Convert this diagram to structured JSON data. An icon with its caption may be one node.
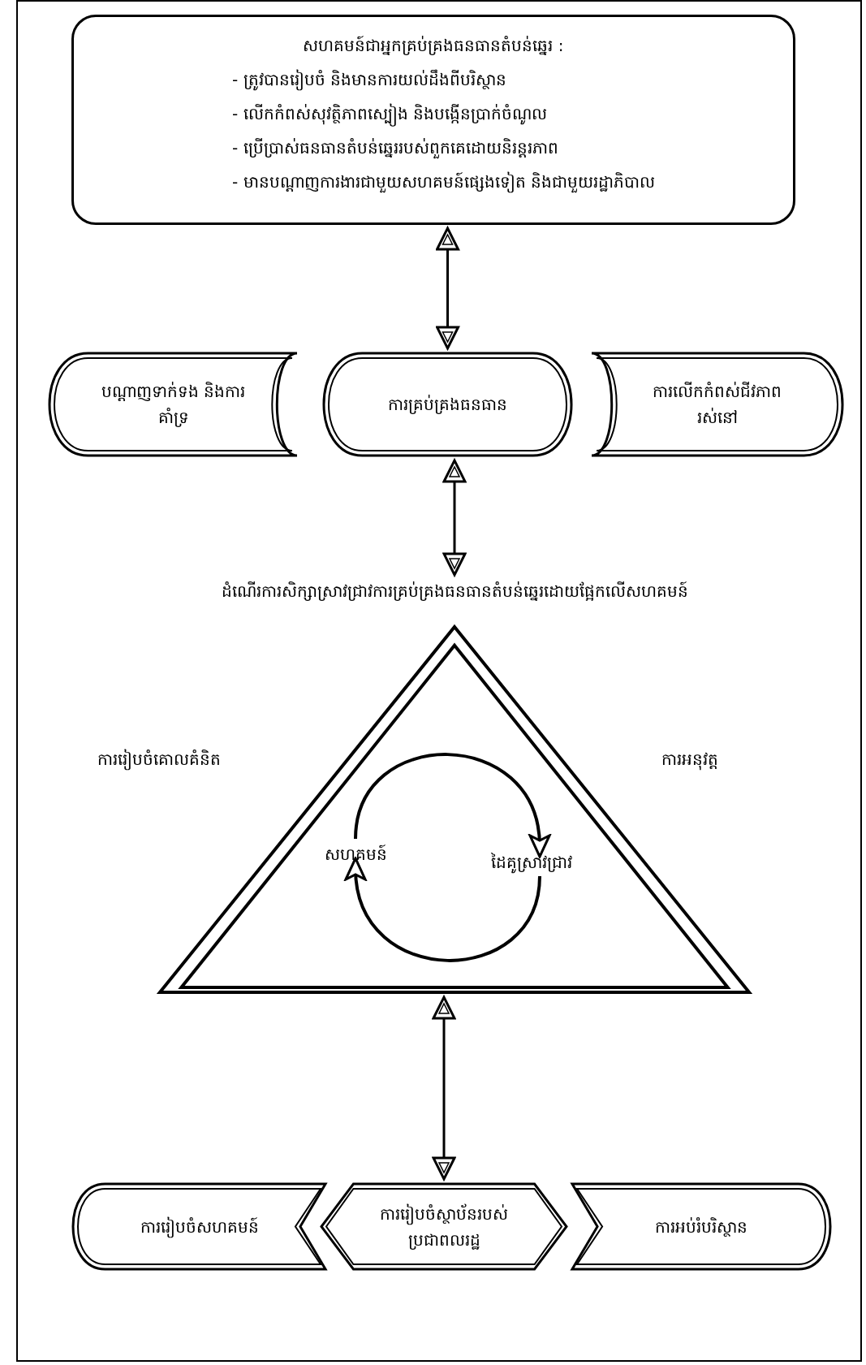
{
  "diagram": {
    "nodes": [
      {
        "text": [
          "សហគមន៍ជាអ្នកគ្រប់គ្រងធនធានតំបន់ឆ្នេរ :",
          "- ត្រូវបានរៀបចំ និងមានការយល់ដឹងពីបរិស្ថាន",
          "- លើកកំពស់សុវត្ថិភាពស្បៀង និងបង្កើនប្រាក់ចំណូល",
          "- ប្រើប្រាស់ធនធានតំបន់ឆ្នេររបស់ពួកគេដោយនិរន្តរភាព",
          "- មានបណ្តាញការងារជាមួយសហគមន៍ផ្សេងទៀត និងជាមួយរដ្ឋាភិបាល"
        ]
      },
      {
        "text": [
          "បណ្តាញទាក់ទង និងការគាំទ្រ"
        ]
      },
      {
        "text": [
          "ការគ្រប់គ្រងធនធាន"
        ]
      },
      {
        "text": [
          "ការលើកកំពស់ជីវភាពរស់នៅ"
        ]
      },
      {
        "text": [
          "ដំណើរការសិក្សាស្រាវជ្រាវការគ្រប់គ្រងធនធានតំបន់ឆ្នេរដោយផ្អែកលើសហគមន៍"
        ],
        "beside": [
          "ការរៀបចំគោលគំនិត",
          "ការអនុវត្ត"
        ]
      },
      {
        "text": [
          "សហគមន៍"
        ],
        "in": 4
      },
      {
        "text": [
          "ដៃគូស្រាវជ្រាវ"
        ],
        "in": 4
      },
      {
        "text": [
          "ការរៀបចំសហគមន៍"
        ]
      },
      {
        "text": [
          "ការរៀបចំស្ថាប័នរបស់ប្រជាពលរដ្ឋ"
        ]
      },
      {
        "text": [
          "ការអប់រំបរិស្ថាន"
        ]
      }
    ],
    "edges": [
      {
        "from": 0,
        "to": 2,
        "arrow": "both"
      },
      {
        "from": 2,
        "to": 4,
        "arrow": "both"
      },
      {
        "from": 4,
        "to": 8,
        "arrow": "both"
      },
      {
        "from": 5,
        "to": 6,
        "arrow": "to"
      },
      {
        "from": 6,
        "to": 5,
        "arrow": "to"
      }
    ]
  }
}
